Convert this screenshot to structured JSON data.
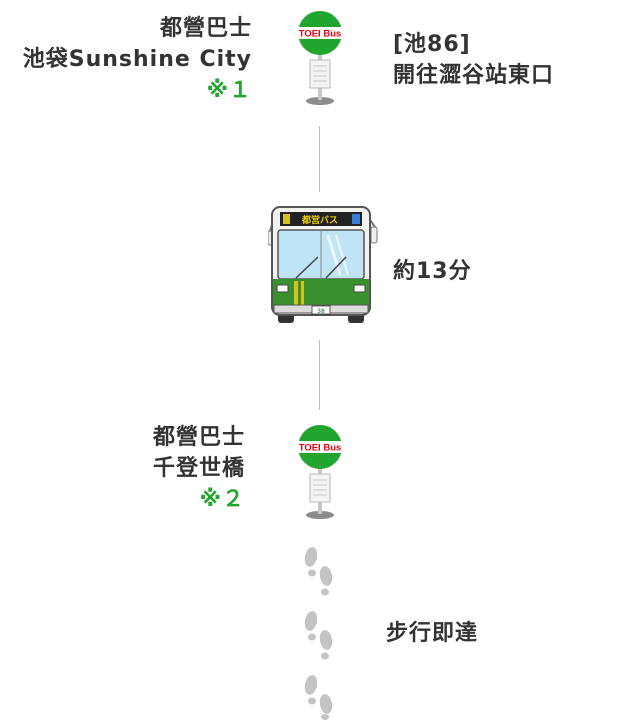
{
  "stop1": {
    "name_line1": "都營巴士",
    "name_line2": "池袋Sunshine City",
    "note": "※１"
  },
  "sign1": {
    "badge_text": "TOEI Bus"
  },
  "route": {
    "line1": "[池86]",
    "line2": "開往澀谷站東口"
  },
  "bus": {
    "duration": "約13分",
    "destination_sign": "都営バス",
    "plate": "38"
  },
  "stop2": {
    "name_line1": "都營巴士",
    "name_line2": "千登世橋",
    "note": "※２"
  },
  "sign2": {
    "badge_text": "TOEI Bus"
  },
  "walk": {
    "text": "步行即達"
  },
  "colors": {
    "accent_green": "#22a52e",
    "badge_red": "#e60012",
    "bus_green": "#3a8f2e",
    "bus_yellow": "#d6c21a"
  }
}
